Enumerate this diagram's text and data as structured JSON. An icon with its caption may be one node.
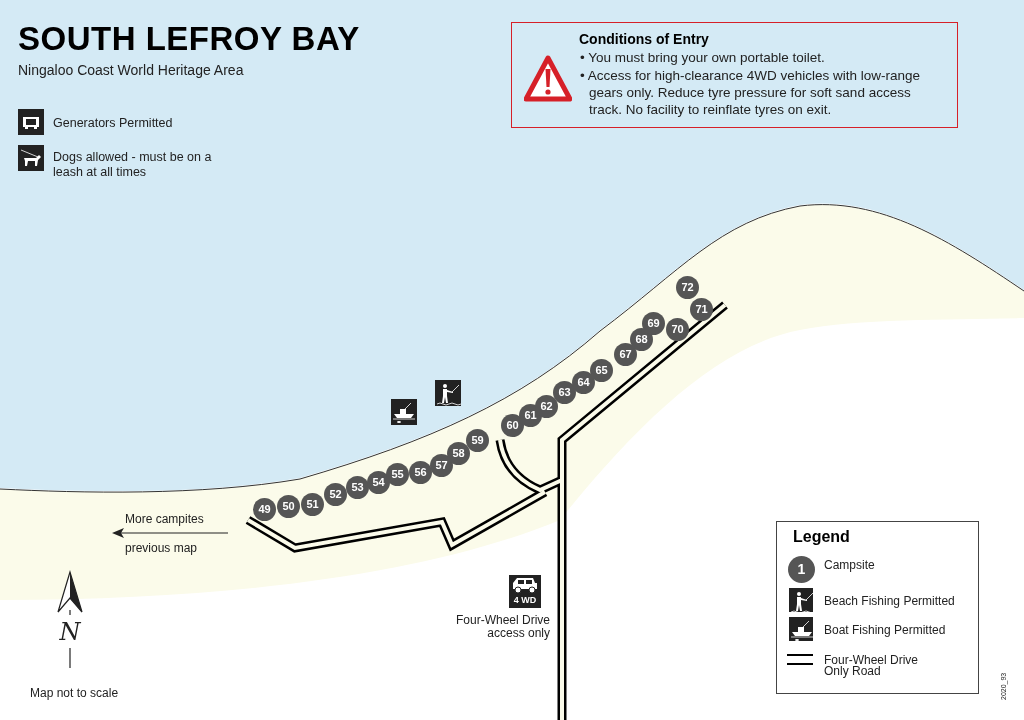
{
  "diagram": {
    "title": "SOUTH LEFROY BAY",
    "nodes": [
      {
        "text": [
          "Conditions of Entry",
          "• You must bring your own portable toilet.",
          "• Access for high-clearance 4WD vehicles with low-range gears only. Reduce tyre pressure for soft sand access track. No facility to reinflate tyres on exit."
        ]
      },
      {
        "text": [
          "49"
        ]
      },
      {
        "text": [
          "50"
        ]
      },
      {
        "text": [
          "51"
        ]
      },
      {
        "text": [
          "52"
        ]
      },
      {
        "text": [
          "53"
        ]
      },
      {
        "text": [
          "54"
        ]
      },
      {
        "text": [
          "55"
        ]
      },
      {
        "text": [
          "56"
        ]
      },
      {
        "text": [
          "57"
        ]
      },
      {
        "text": [
          "58"
        ]
      },
      {
        "text": [
          "59"
        ]
      },
      {
        "text": [
          "60"
        ]
      },
      {
        "text": [
          "61"
        ]
      },
      {
        "text": [
          "62"
        ]
      },
      {
        "text": [
          "63"
        ]
      },
      {
        "text": [
          "64"
        ]
      },
      {
        "text": [
          "65"
        ]
      },
      {
        "text": [
          "67"
        ]
      },
      {
        "text": [
          "68"
        ]
      },
      {
        "text": [
          "69"
        ]
      },
      {
        "text": [
          "70"
        ]
      },
      {
        "text": [
          "71"
        ]
      },
      {
        "text": [
          "72"
        ]
      },
      {
        "text": [
          "Legend"
        ]
      },
      {
        "text": [
          "1"
        ],
        "in": 24
      }
    ],
    "labels": [
      "Ningaloo Coast World Heritage Area",
      "Generators Permitted",
      "Dogs allowed - must be on a leash at all times",
      "More campites",
      "previous map",
      "4 WD",
      "Four-Wheel Drive access only",
      "N",
      "Map not to scale",
      "2020_93"
    ],
    "legend": [
      {
        "text": "Campsite"
      },
      {
        "text": "Beach Fishing Permitted"
      },
      {
        "text": "Boat Fishing Permitted"
      },
      {
        "text": "Four-Wheel Drive Only Road"
      }
    ]
  }
}
